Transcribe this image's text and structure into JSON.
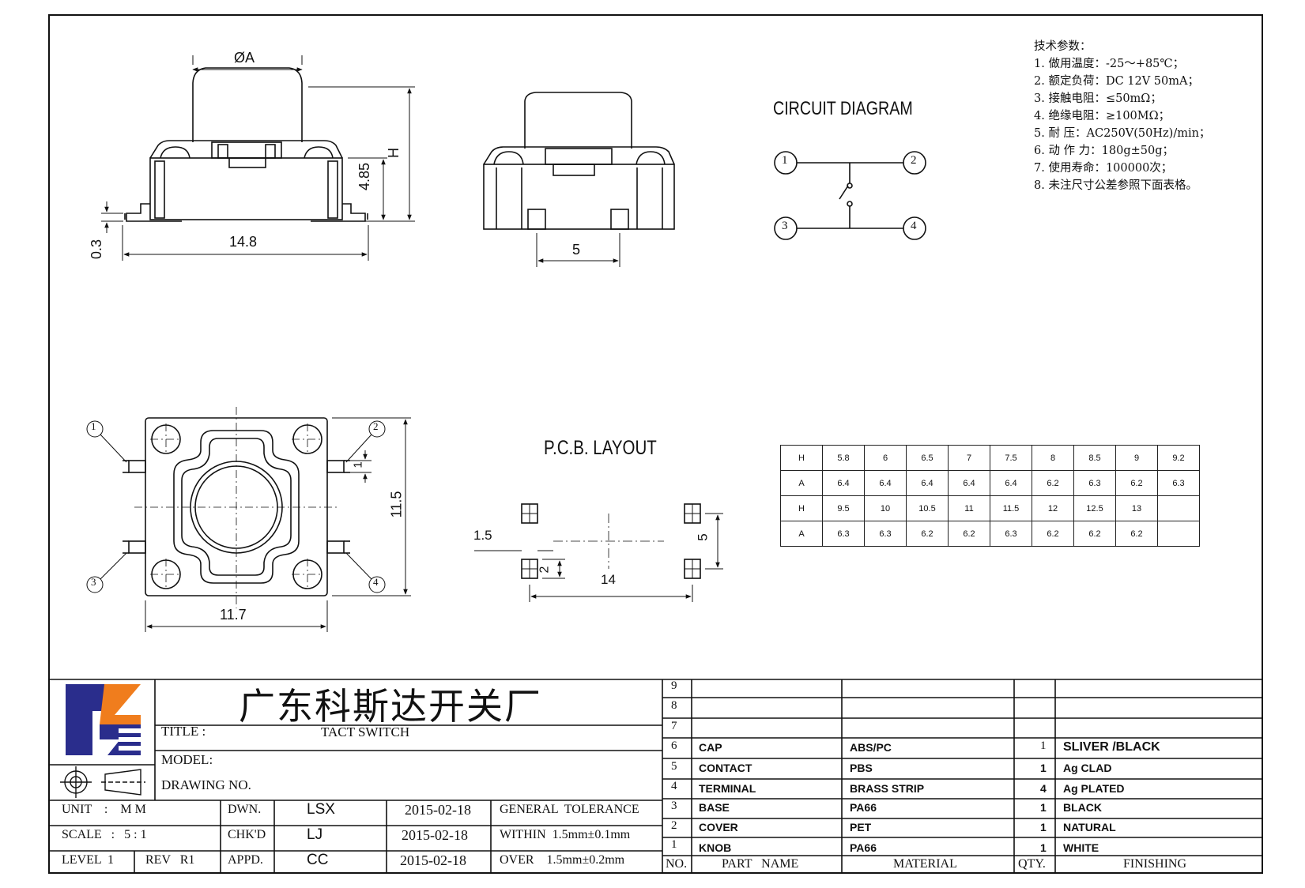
{
  "drawing": {
    "top_view_dims": {
      "diameter": "ØA",
      "height": "H",
      "body_height": "4.85",
      "width": "14.8",
      "lead_thickness": "0.3"
    },
    "side_view_dims": {
      "pitch": "5"
    },
    "circuit": {
      "title": "CIRCUIT  DIAGRAM",
      "pins": [
        "1",
        "2",
        "3",
        "4"
      ]
    },
    "bottom_view_dims": {
      "width": "11.7",
      "height": "11.5",
      "lead": "1",
      "pins": [
        "1",
        "2",
        "3",
        "4"
      ]
    },
    "pcb": {
      "title": "P.C.B. LAYOUT",
      "pad_w": "1.5",
      "pad_h": "2",
      "span_x": "14",
      "span_y": "5"
    }
  },
  "specs": {
    "heading": "技术参数：",
    "items": [
      "1.  做用温度：-25～+85℃；",
      "2.  额定负荷：DC  12V  50mA；",
      "3.  接触电阻：≤50mΩ；",
      "4.  绝缘电阻：≥100MΩ；",
      "5.  耐      压：AC250V(50Hz)/min；",
      "6.  动  作  力：180g±50g；",
      "7.  使用寿命：100000次；",
      "8.  未注尺寸公差参照下面表格。"
    ]
  },
  "dimension_table": {
    "rows": [
      [
        "H",
        "5.8",
        "6",
        "6.5",
        "7",
        "7.5",
        "8",
        "8.5",
        "9",
        "9.2"
      ],
      [
        "A",
        "6.4",
        "6.4",
        "6.4",
        "6.4",
        "6.4",
        "6.2",
        "6.3",
        "6.2",
        "6.3"
      ],
      [
        "H",
        "9.5",
        "10",
        "10.5",
        "11",
        "11.5",
        "12",
        "12.5",
        "13",
        ""
      ],
      [
        "A",
        "6.3",
        "6.3",
        "6.2",
        "6.2",
        "6.3",
        "6.2",
        "6.2",
        "6.2",
        ""
      ]
    ]
  },
  "title_block": {
    "company": "广东科斯达开关厂",
    "title_label": "TITLE :",
    "title_value": "TACT SWITCH",
    "model_label": "MODEL:",
    "drawing_no_label": "DRAWING NO.",
    "unit": "UNIT    :    M M",
    "scale": "SCALE   :   5 : 1",
    "level": "LEVEL  1",
    "rev": "REV   R1",
    "dwn_label": "DWN.",
    "dwn_value": "LSX",
    "chk_label": "CHK'D",
    "chk_value": "LJ",
    "appd_label": "APPD.",
    "appd_value": "CC",
    "date1": "2015-02-18",
    "date2": "2015-02-18",
    "date3": "2015-02-18",
    "tol_title": "GENERAL  TOLERANCE",
    "tol_within": "WITHIN  1.5mm±0.1mm",
    "tol_over": "OVER    1.5mm±0.2mm"
  },
  "bom": {
    "header": {
      "no": "NO.",
      "part": "PART   NAME",
      "material": "MATERIAL",
      "qty": "QTY.",
      "finishing": "FINISHING"
    },
    "rows": [
      {
        "no": "9",
        "part": "",
        "material": "",
        "qty": "",
        "finishing": ""
      },
      {
        "no": "8",
        "part": "",
        "material": "",
        "qty": "",
        "finishing": ""
      },
      {
        "no": "7",
        "part": "",
        "material": "",
        "qty": "",
        "finishing": ""
      },
      {
        "no": "6",
        "part": "CAP",
        "material": "ABS/PC",
        "qty": "1",
        "finishing": "SLIVER /BLACK"
      },
      {
        "no": "5",
        "part": "CONTACT",
        "material": "PBS",
        "qty": "1",
        "finishing": "Ag CLAD"
      },
      {
        "no": "4",
        "part": "TERMINAL",
        "material": "BRASS STRIP",
        "qty": "4",
        "finishing": "Ag PLATED"
      },
      {
        "no": "3",
        "part": "BASE",
        "material": "PA66",
        "qty": "1",
        "finishing": "BLACK"
      },
      {
        "no": "2",
        "part": "COVER",
        "material": "PET",
        "qty": "1",
        "finishing": "NATURAL"
      },
      {
        "no": "1",
        "part": "KNOB",
        "material": "PA66",
        "qty": "1",
        "finishing": "WHITE"
      }
    ]
  }
}
